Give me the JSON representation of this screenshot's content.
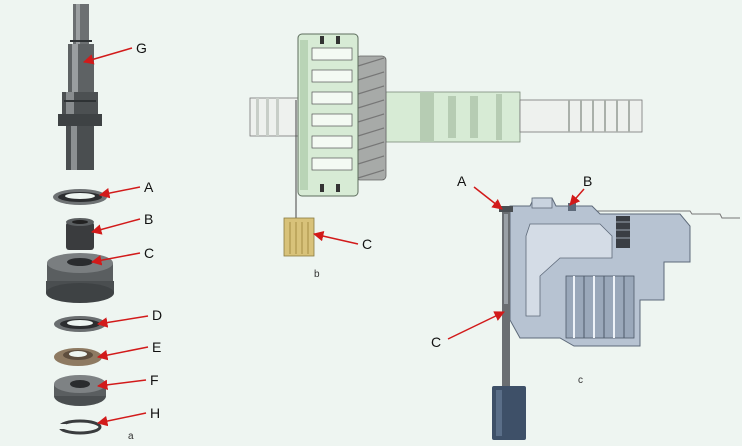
{
  "figures": [
    {
      "caption": "a",
      "callouts": [
        "G",
        "A",
        "B",
        "C",
        "D",
        "E",
        "F",
        "H"
      ]
    },
    {
      "caption": "b",
      "callouts": [
        "C"
      ]
    },
    {
      "caption": "c",
      "callouts": [
        "A",
        "B",
        "C"
      ]
    }
  ],
  "colors": {
    "background": "#eef5f1",
    "arrow": "#d21a1a",
    "part_dark": "#3a3c3e",
    "part_mid": "#8a8e90",
    "shaft_light": "#eef1ee",
    "shaft_green": "#d7ebd5",
    "section_blue": "#b7c3d2",
    "feeler_gauge": "#d8c27a"
  }
}
